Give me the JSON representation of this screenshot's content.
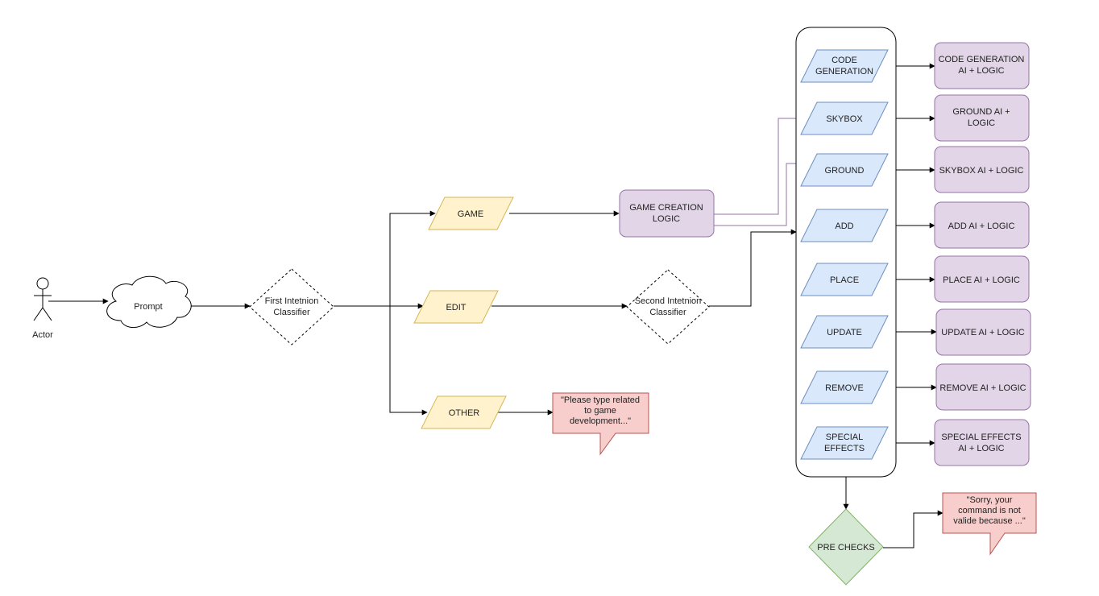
{
  "actor": {
    "label": "Actor"
  },
  "prompt": {
    "label": "Prompt"
  },
  "first_classifier": {
    "line1": "First Intetnion",
    "line2": "Classifier"
  },
  "branches": {
    "game": {
      "label": "GAME"
    },
    "edit": {
      "label": "EDIT"
    },
    "other": {
      "label": "OTHER"
    }
  },
  "game_logic": {
    "line1": "GAME CREATION",
    "line2": "LOGIC"
  },
  "second_classifier": {
    "line1": "Second Intetnion",
    "line2": "Classifier"
  },
  "other_message": {
    "line1": "\"Please type related",
    "line2": "to game",
    "line3": "development...\""
  },
  "commands": [
    {
      "line1": "CODE",
      "line2": "GENERATION"
    },
    {
      "line1": "SKYBOX",
      "line2": ""
    },
    {
      "line1": "GROUND",
      "line2": ""
    },
    {
      "line1": "ADD",
      "line2": ""
    },
    {
      "line1": "PLACE",
      "line2": ""
    },
    {
      "line1": "UPDATE",
      "line2": ""
    },
    {
      "line1": "REMOVE",
      "line2": ""
    },
    {
      "line1": "SPECIAL",
      "line2": "EFFECTS"
    }
  ],
  "handlers": [
    {
      "line1": "CODE GENERATION",
      "line2": "AI + LOGIC"
    },
    {
      "line1": "GROUND AI +",
      "line2": "LOGIC"
    },
    {
      "line1": "SKYBOX AI + LOGIC",
      "line2": ""
    },
    {
      "line1": "ADD AI + LOGIC",
      "line2": ""
    },
    {
      "line1": "PLACE AI + LOGIC",
      "line2": ""
    },
    {
      "line1": "UPDATE AI + LOGIC",
      "line2": ""
    },
    {
      "line1": "REMOVE AI + LOGIC",
      "line2": ""
    },
    {
      "line1": "SPECIAL EFFECTS",
      "line2": "AI + LOGIC"
    }
  ],
  "pre_checks": {
    "label": "PRE CHECKS"
  },
  "error_message": {
    "line1": "\"Sorry, your",
    "line2": "command is not",
    "line3": "valide because ...\""
  },
  "colors": {
    "yellow_fill": "#fff2cc",
    "yellow_stroke": "#d6b656",
    "blue_fill": "#dae8fc",
    "blue_stroke": "#6c8ebf",
    "purple_fill": "#e1d5e7",
    "purple_stroke": "#9673a6",
    "green_fill": "#d5e8d4",
    "green_stroke": "#82b366",
    "red_fill": "#f8cecc",
    "red_stroke": "#b85450"
  }
}
